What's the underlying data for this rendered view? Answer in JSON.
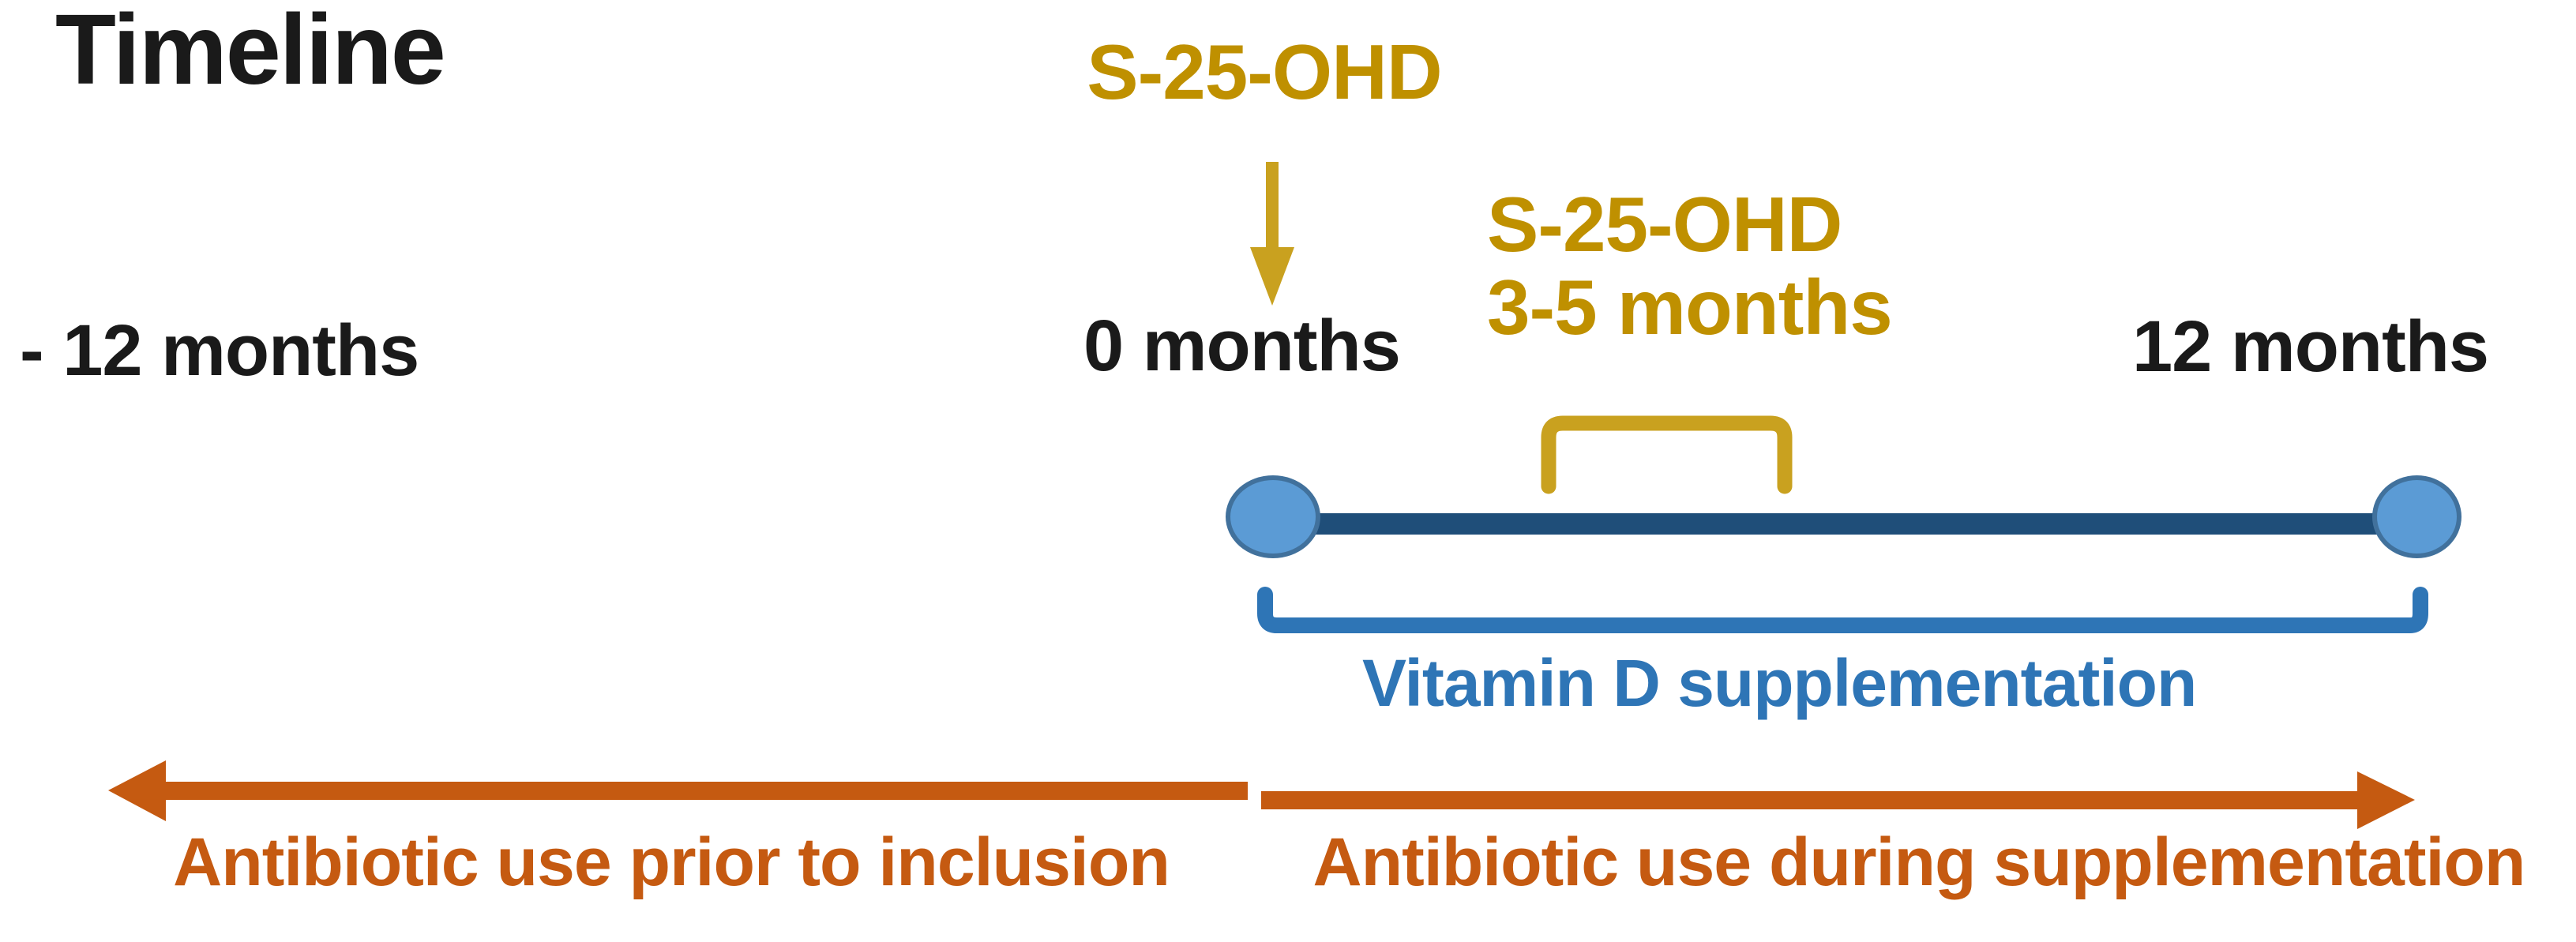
{
  "figure": {
    "title": "Timeline",
    "time_axis": {
      "minus_12": "- 12 months",
      "zero": "0 months",
      "plus_12": "12 months"
    },
    "measurements": {
      "baseline": "S-25-OHD",
      "followup_line1": "S-25-OHD",
      "followup_line2": "3-5 months"
    },
    "supplementation": "Vitamin D supplementation",
    "antibiotics": {
      "prior": "Antibiotic use prior to inclusion",
      "during": "Antibiotic use during supplementation"
    },
    "colors": {
      "title_text": "#1A1A1A",
      "month_text": "#1A1A1A",
      "measurement_gold": "#BF9000",
      "gold_shapes": "#C9A11F",
      "timeline_bar": "#1F4E79",
      "endpoint_fill": "#5B9BD5",
      "endpoint_border": "#41719C",
      "supplementation_blue": "#2E75B6",
      "antibiotic_orange": "#C55A11",
      "background": "#FFFFFF"
    }
  }
}
